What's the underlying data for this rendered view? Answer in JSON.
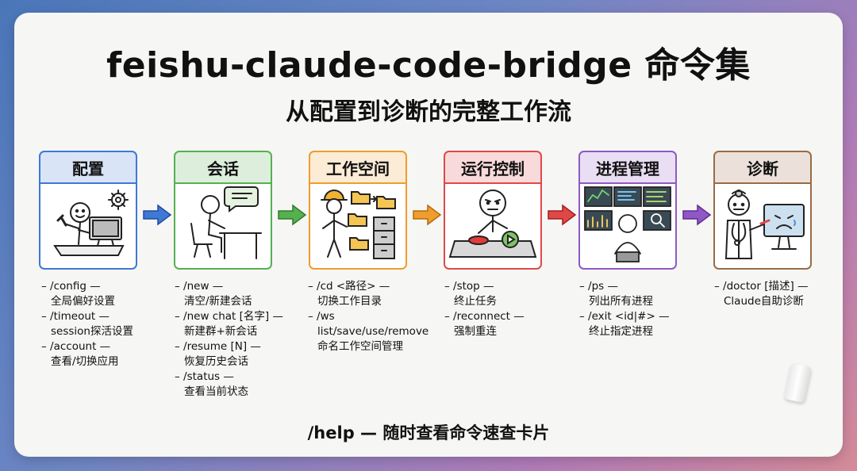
{
  "title": "feishu-claude-code-bridge 命令集",
  "subtitle": "从配置到诊断的完整工作流",
  "footer": "/help — 随时查看命令速查卡片",
  "colors": {
    "config": "#3f78d6",
    "session": "#55b050",
    "workspace": "#ef9d2c",
    "run": "#e04848",
    "process": "#9058c6",
    "diagnose": "#9a6b45"
  },
  "cards": [
    {
      "label": "配置",
      "illustration": "person-computer-wrench-gear-icon"
    },
    {
      "label": "会话",
      "illustration": "person-desk-chat-bubble-icon"
    },
    {
      "label": "工作空间",
      "illustration": "worker-folders-cabinet-icon"
    },
    {
      "label": "运行控制",
      "illustration": "person-stop-button-icon"
    },
    {
      "label": "进程管理",
      "illustration": "person-monitor-wall-icon"
    },
    {
      "label": "诊断",
      "illustration": "doctor-sick-computer-icon"
    }
  ],
  "commands": [
    [
      {
        "cmd": "– /config —",
        "desc": "全局偏好设置"
      },
      {
        "cmd": "– /timeout —",
        "desc": "session探活设置"
      },
      {
        "cmd": "– /account —",
        "desc": "查看/切换应用"
      }
    ],
    [
      {
        "cmd": "– /new —",
        "desc": "清空/新建会话"
      },
      {
        "cmd": "– /new chat [名字] —",
        "desc": "新建群+新会话"
      },
      {
        "cmd": "– /resume [N] —",
        "desc": "恢复历史会话"
      },
      {
        "cmd": "– /status —",
        "desc": "查看当前状态"
      }
    ],
    [
      {
        "cmd": "– /cd <路径> —",
        "desc": "切换工作目录"
      },
      {
        "cmd": "– /ws",
        "desc": "list/save/use/remove"
      },
      {
        "cmd": "",
        "desc": "命名工作空间管理"
      }
    ],
    [
      {
        "cmd": "– /stop —",
        "desc": "终止任务"
      },
      {
        "cmd": "– /reconnect —",
        "desc": "强制重连"
      }
    ],
    [
      {
        "cmd": "– /ps —",
        "desc": "列出所有进程"
      },
      {
        "cmd": "– /exit <id|#> —",
        "desc": "终止指定进程"
      }
    ],
    [
      {
        "cmd": "– /doctor [描述] —",
        "desc": "Claude自助诊断"
      }
    ]
  ]
}
